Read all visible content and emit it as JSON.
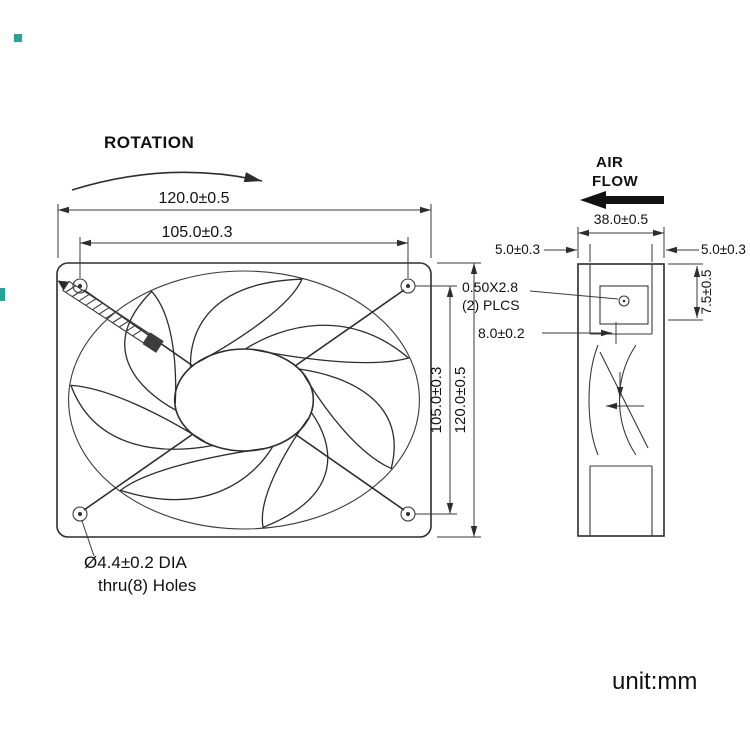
{
  "front_view": {
    "rotation_label": "ROTATION",
    "dims": {
      "outer_width": "120.0±0.5",
      "hole_pitch_width": "105.0±0.3",
      "hole_pitch_height": "105.0±0.3",
      "outer_height": "120.0±0.5"
    },
    "hole_note": {
      "line1": "Ø4.4±0.2 DIA",
      "line2": "thru(8) Holes"
    }
  },
  "side_view": {
    "air_flow": {
      "line1": "AIR",
      "line2": "FLOW"
    },
    "dims": {
      "depth": "38.0±0.5",
      "flange_left": "5.0±0.3",
      "flange_right": "5.0±0.3",
      "terminal_offset": "7.5±0.5",
      "terminal_depth": "8.0±0.2"
    },
    "terminal_note": {
      "line1": "0.50X2.8",
      "line2": "(2) PLCS"
    }
  },
  "footer": {
    "unit_label": "unit:mm"
  },
  "colors": {
    "background": "#ffffff",
    "line": "#2d2d2d",
    "text": "#111111",
    "artifact": "#2aa198"
  }
}
